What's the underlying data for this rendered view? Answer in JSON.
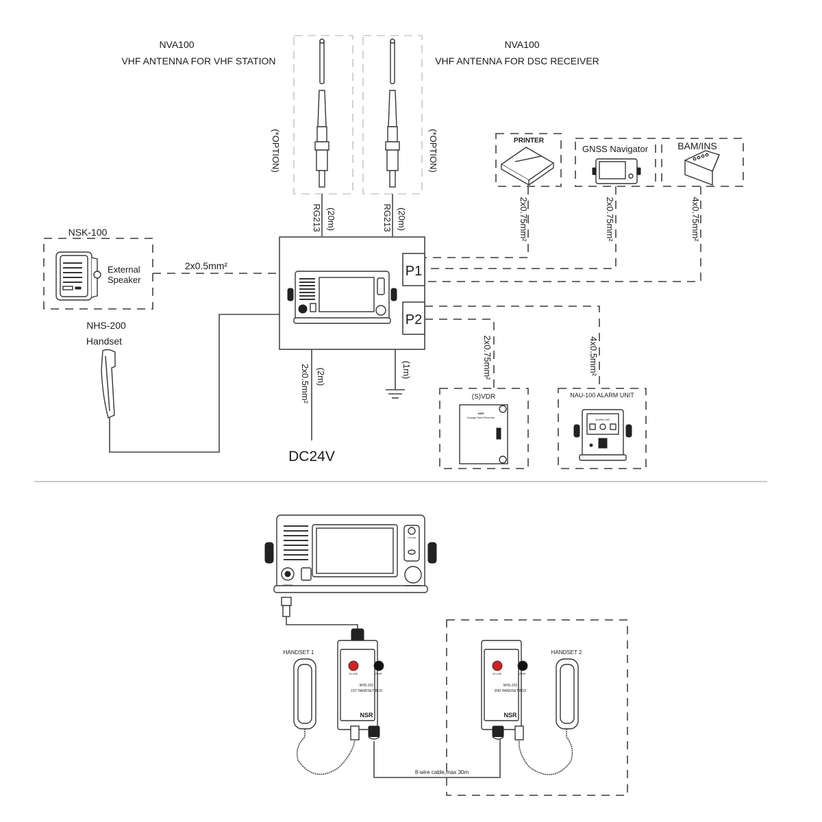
{
  "title": "VHF Radio Station Installation / Wiring Diagram",
  "antennas": [
    {
      "model": "NVA100",
      "description": "VHF ANTENNA FOR VHF STATION",
      "option_label": "(*OPTION)",
      "cable_length": "(20m)",
      "cable_type": "RG213"
    },
    {
      "model": "NVA100",
      "description": "VHF ANTENNA FOR DSC RECEIVER",
      "option_label": "(*OPTION)",
      "cable_length": "(20m)",
      "cable_type": "RG213"
    }
  ],
  "speaker": {
    "model": "NSK-100",
    "label_line1": "External",
    "label_line2": "Speaker",
    "cable": "2x0.5mm²"
  },
  "handset": {
    "model": "NHS-200",
    "label": "Handset"
  },
  "main_unit": {
    "ports": [
      "P1",
      "P2"
    ]
  },
  "power": {
    "cable_length": "(2m)",
    "cable": "2x0.5mm²",
    "label": "DC24V"
  },
  "ground": {
    "cable_length": "(1m)"
  },
  "p1_devices": [
    {
      "name": "PRINTER",
      "cable": "2x0.75mm²"
    },
    {
      "name": "GNSS Navigator",
      "cable": "2x0.75mm²"
    },
    {
      "name": "BAM/INS",
      "cable": "4x0.75mm²"
    }
  ],
  "p2_devices": [
    {
      "name": "(S)VDR",
      "cable": "2x0.75mm²",
      "inner_text_1": "NSR",
      "inner_text_2": "Voyage Data Recorder"
    },
    {
      "name": "NAU-100 ALARM UNIT",
      "cable": "4x0.5mm²",
      "inner_text_1": "ALARM UNIT"
    }
  ],
  "bottom": {
    "handset1_label": "HANDSET 1",
    "handset2_label": "HANDSET 2",
    "box1": {
      "led1": "IN USE",
      "led2": "PWR",
      "model": "NHS-201",
      "name": "1ST HANDSET BOX",
      "brand": "NSR"
    },
    "box2": {
      "led1": "IN USE",
      "led2": "PWR",
      "model": "NHS-202",
      "name": "2ND HANDSET BOX",
      "brand": "NSR"
    },
    "link_cable": "8-wire  cable,max 30m",
    "unit_labels": {
      "left": "HANDSET",
      "right": "PUSH TO ENTER",
      "volume": "VOLUME"
    }
  },
  "colors": {
    "in_use_led": "#d42020",
    "pwr_led": "#111111",
    "line": "#444444",
    "divider": "#c8c8c8"
  }
}
